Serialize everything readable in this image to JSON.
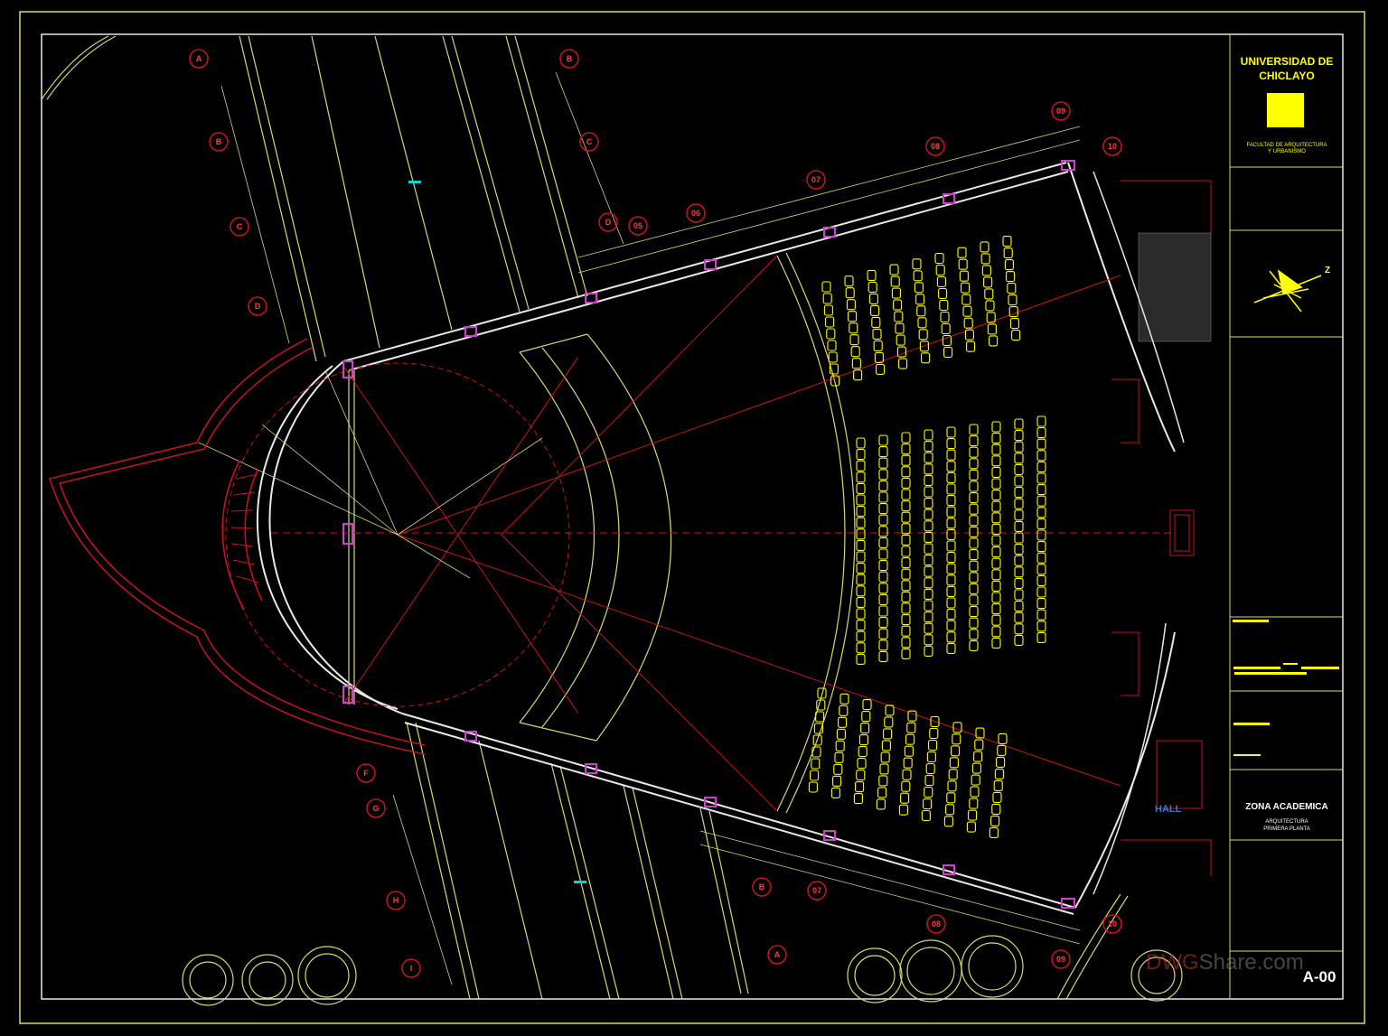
{
  "title_block": {
    "university": "UNIVERSIDAD DE CHICLAYO",
    "university_line1": "UNIVERSIDAD DE",
    "university_line2": "CHICLAYO",
    "faculty_line1": "FACULTAD DE ARQUITECTURA",
    "faculty_line2": "Y URBANISMO",
    "zone": "ZONA ACADEMICA",
    "discipline": "ARQUITECTURA",
    "level": "PRIMERA PLANTA",
    "sheet": "A-00",
    "north_label": "Z"
  },
  "plan": {
    "hall_label": "HALL",
    "axis_labels_left_top": [
      "A",
      "B",
      "C",
      "D"
    ],
    "axis_labels_mid_top": [
      "B",
      "C",
      "D"
    ],
    "axis_labels_left_bottom": [
      "F",
      "G",
      "H",
      "I"
    ],
    "axis_labels_bottom_mid": [
      "B",
      "A"
    ],
    "bay_labels_top": [
      "05",
      "06",
      "07",
      "08",
      "09",
      "10"
    ],
    "bay_labels_bottom": [
      "07",
      "08",
      "09",
      "10"
    ]
  },
  "watermark": {
    "part1": "DWG",
    "part2": "Share.com"
  },
  "colors": {
    "background": "#000000",
    "yellow": "#ffff00",
    "line": "#d8d870",
    "red": "#c8141e",
    "magenta": "#d040d0",
    "white": "#e8e8e8",
    "cyan": "#00d8d8"
  }
}
